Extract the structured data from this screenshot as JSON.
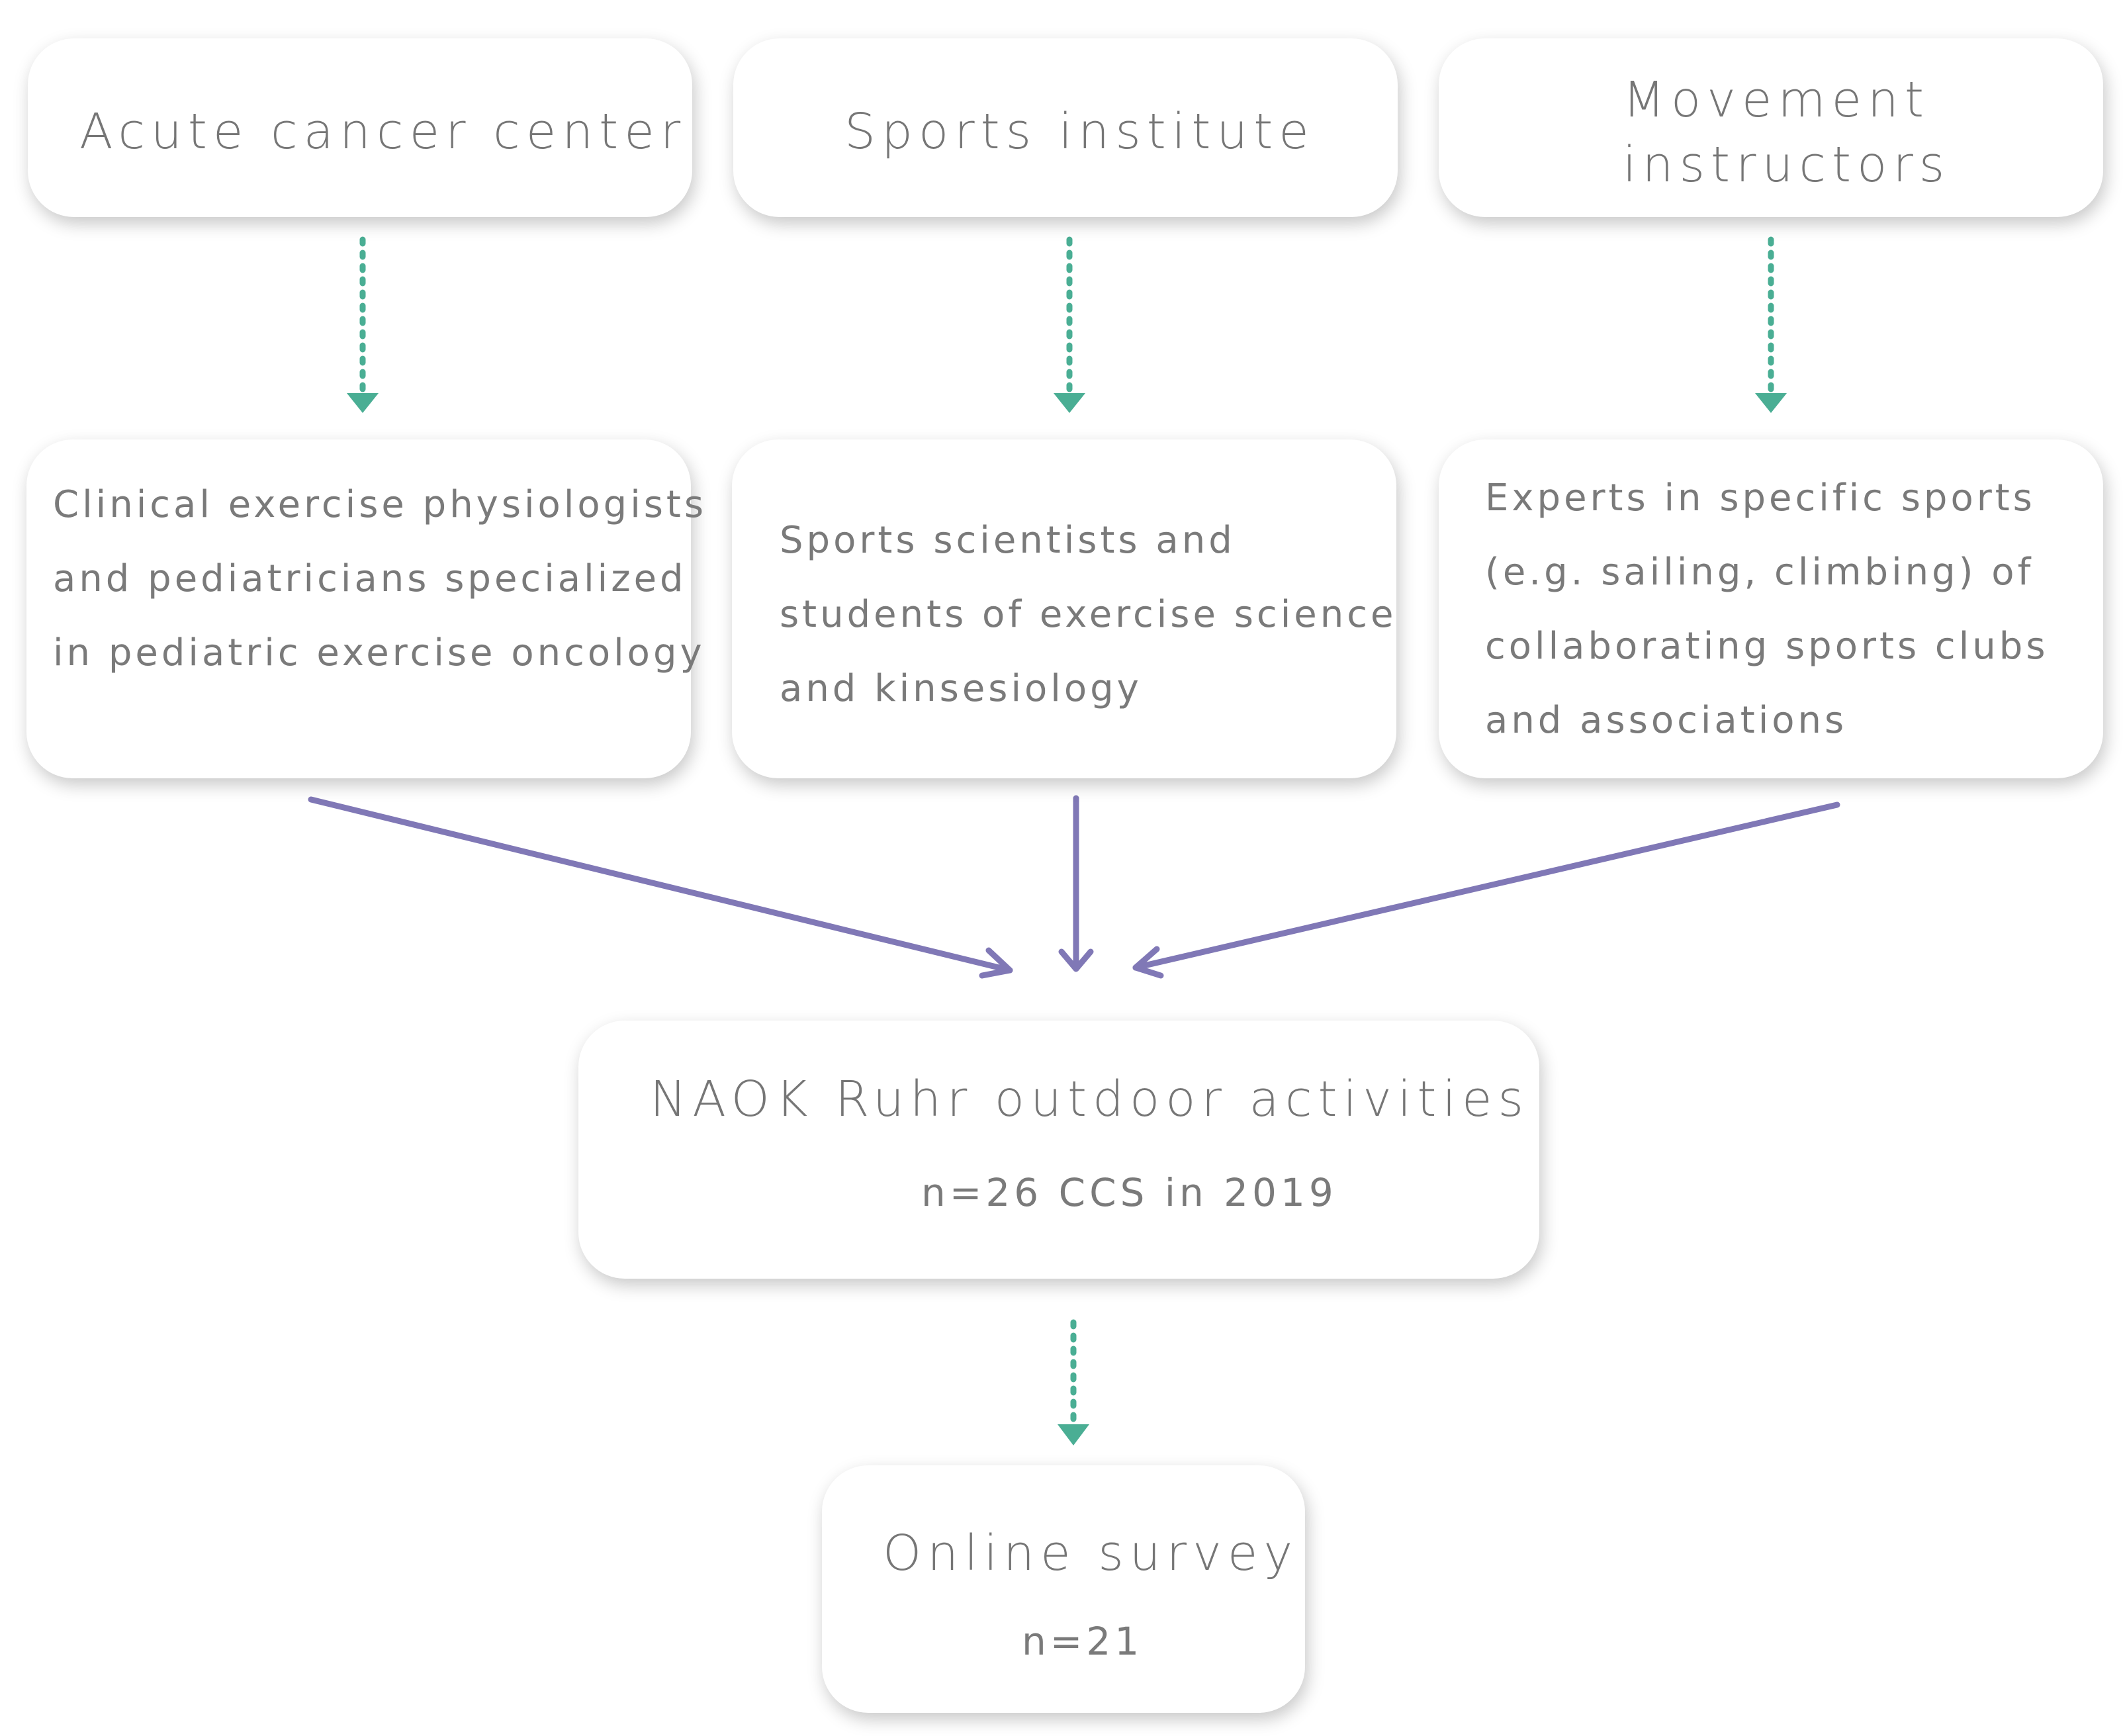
{
  "top_boxes": [
    {
      "lines": [
        "Acute cancer center"
      ]
    },
    {
      "lines": [
        "Sports institute"
      ]
    },
    {
      "lines": [
        "Movement",
        "instructors"
      ]
    }
  ],
  "mid_boxes": [
    {
      "lines": [
        "Clinical exercise physiologists",
        "and pediatricians specialized",
        "in  pediatric exercise oncology"
      ]
    },
    {
      "lines": [
        "Sports scientists and",
        "students of exercise science",
        "and kinsesiology"
      ]
    },
    {
      "lines": [
        "Experts in specific sports",
        "(e.g. sailing, climbing) of",
        "collaborating sports clubs",
        "and associations"
      ]
    }
  ],
  "naok_box": {
    "title": "NAOK Ruhr outdoor activities",
    "subtitle": "n=26 CCS in 2019"
  },
  "survey_box": {
    "title": "Online survey",
    "subtitle": "n=21"
  },
  "colors": {
    "dotted_arrow": "#4aae94",
    "solid_arrow": "#8078b6",
    "text": "#777777"
  }
}
